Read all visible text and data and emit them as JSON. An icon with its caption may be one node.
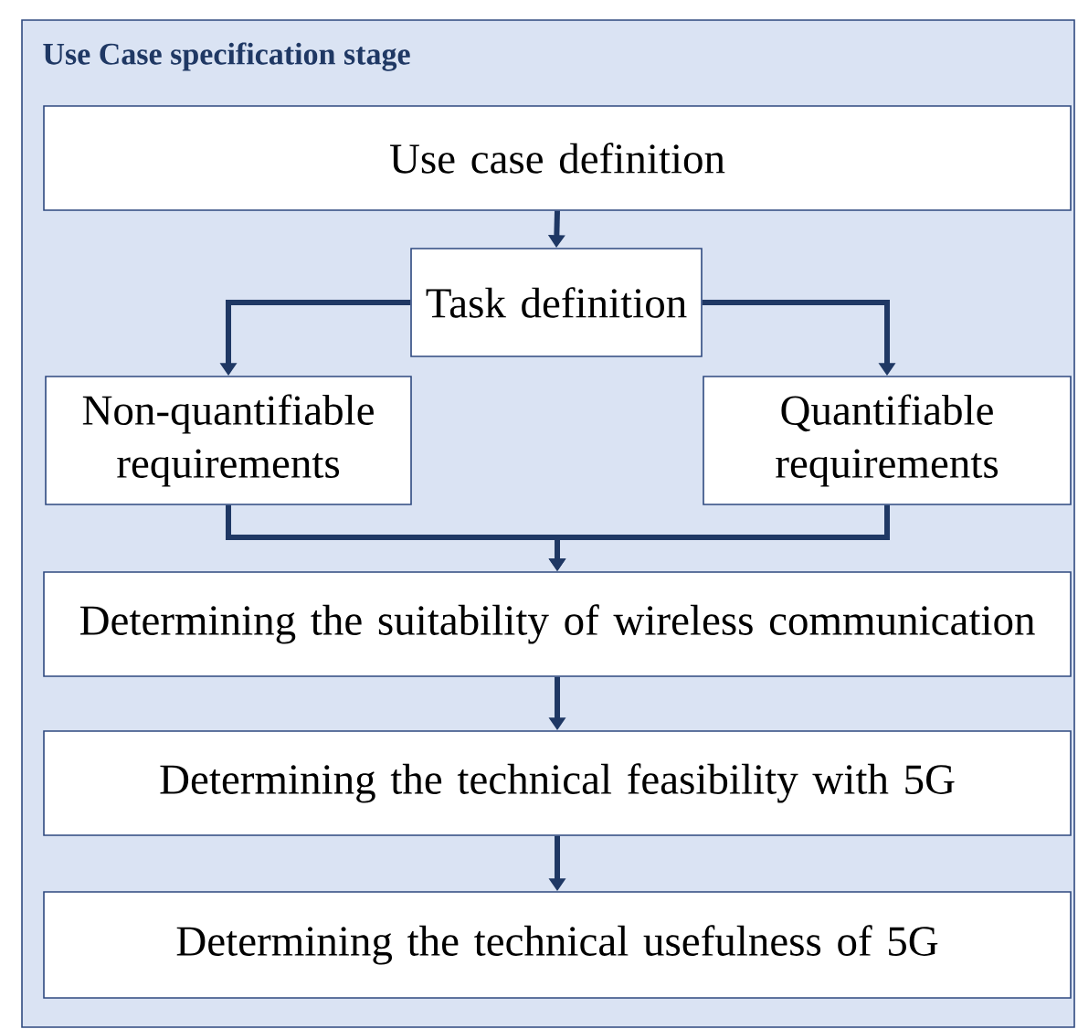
{
  "diagram": {
    "nodes": [
      {
        "text": [
          "Use Case specification stage"
        ]
      },
      {
        "text": [
          "Use case definition"
        ],
        "in": 0
      },
      {
        "text": [
          "Task definition"
        ],
        "in": 0
      },
      {
        "text": [
          "Non-quantifiable requirements"
        ],
        "in": 0
      },
      {
        "text": [
          "Quantifiable requirements"
        ],
        "in": 0
      },
      {
        "text": [
          "Determining the suitability of wireless communication"
        ],
        "in": 0
      },
      {
        "text": [
          "Determining the technical feasibility with 5G"
        ],
        "in": 0
      },
      {
        "text": [
          "Determining the technical usefulness of 5G"
        ],
        "in": 0
      }
    ],
    "edges": [
      {
        "from": 1,
        "to": 2,
        "arrow": "to"
      },
      {
        "from": 2,
        "to": 3,
        "arrow": "to"
      },
      {
        "from": 2,
        "to": 4,
        "arrow": "to"
      },
      {
        "from": 3,
        "to": 5,
        "arrow": "to"
      },
      {
        "from": 4,
        "to": 5,
        "arrow": "to"
      },
      {
        "from": 5,
        "to": 6,
        "arrow": "to"
      },
      {
        "from": 6,
        "to": 7,
        "arrow": "to"
      }
    ]
  }
}
